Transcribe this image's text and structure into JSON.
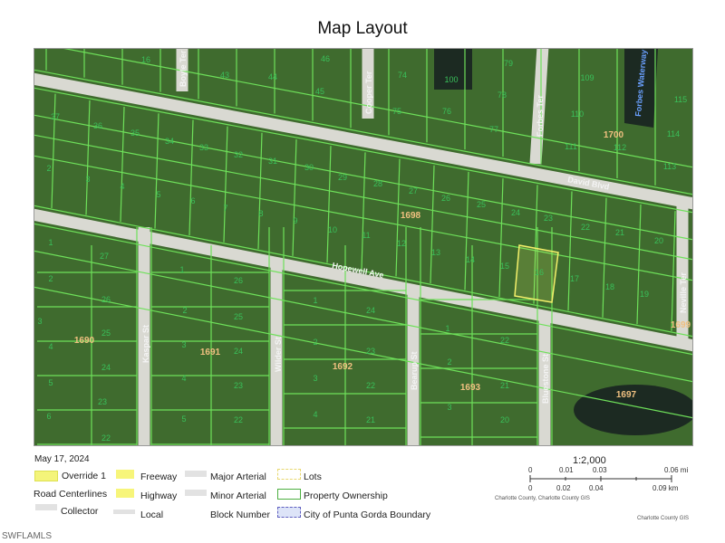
{
  "title": "Map Layout",
  "map": {
    "streets": {
      "david": "David Blvd",
      "hopewell": "Hopewell Ave",
      "kaspar": "Kaspar St",
      "wilder": "Wilder St",
      "bearup": "Bearup St",
      "bluestone": "Bluestone St",
      "boyle": "Boyle Ter",
      "cooper": "Cooper Ter",
      "forbes": "Forbes Ter",
      "neville": "Neville Ter",
      "waterway": "Forbes Waterway"
    },
    "blocks": [
      "1698",
      "1700",
      "1699",
      "1690",
      "1691",
      "1692",
      "1693",
      "1697"
    ],
    "lots": [
      "16",
      "43",
      "44",
      "46",
      "45",
      "74",
      "79",
      "100",
      "109",
      "78",
      "75",
      "76",
      "110",
      "115",
      "37",
      "36",
      "35",
      "34",
      "33",
      "32",
      "31",
      "30",
      "29",
      "28",
      "77",
      "111",
      "112",
      "114",
      "113",
      "2",
      "3",
      "4",
      "5",
      "6",
      "7",
      "8",
      "9",
      "10",
      "11",
      "12",
      "13",
      "14",
      "15",
      "16",
      "17",
      "18",
      "19",
      "20",
      "21",
      "22",
      "23",
      "24",
      "25",
      "26",
      "27",
      "1",
      "2",
      "3",
      "4",
      "5",
      "6",
      "27",
      "26",
      "25",
      "24",
      "23",
      "22",
      "1",
      "2",
      "3",
      "4",
      "5",
      "26",
      "25",
      "24",
      "23",
      "22",
      "1",
      "2",
      "3",
      "4",
      "24",
      "23",
      "22",
      "21",
      "1",
      "2",
      "3",
      "22",
      "21",
      "20"
    ],
    "highlighted_lot": "16",
    "colors": {
      "vegetation": "#3f6b2e",
      "road": "#d9d9d2",
      "parcel": "#6ee05a",
      "lot_label": "#39c05a",
      "block_label": "#f0c080",
      "water": "#1c2a22",
      "highlight": "#f4f06a"
    }
  },
  "legend": {
    "date": "May 17, 2024",
    "items": {
      "override": "Override 1",
      "road_centerlines": "Road Centerlines",
      "collector": "Collector",
      "freeway": "Freeway",
      "highway": "Highway",
      "local": "Local",
      "major_arterial": "Major Arterial",
      "minor_arterial": "Minor Arterial",
      "block_number": "Block Number",
      "lots": "Lots",
      "property_ownership": "Property Ownership",
      "city_boundary": "City of Punta Gorda Boundary"
    }
  },
  "scale": {
    "ratio": "1:2,000",
    "mi_ticks": [
      "0",
      "0.01",
      "0.03",
      "0.06 mi"
    ],
    "km_ticks": [
      "0",
      "0.02",
      "0.04",
      "0.09 km"
    ],
    "credit1": "Charlotte County, Charlotte County GIS",
    "credit2": "Charlotte County GIS"
  },
  "watermark": "SWFLAMLS"
}
